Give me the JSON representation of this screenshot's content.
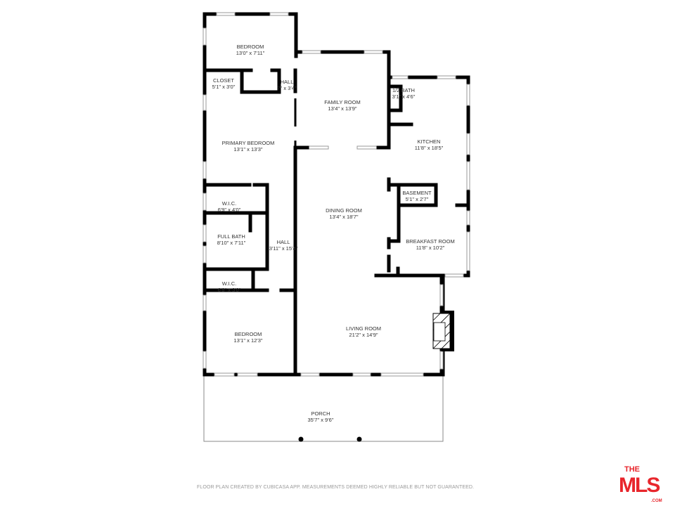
{
  "rooms": [
    {
      "name": "BEDROOM",
      "size": "13'0\" x 7'11\""
    },
    {
      "name": "CLOSET",
      "size": "5'1\" x 3'0\""
    },
    {
      "name": "HALL",
      "size": "7\" x 3'4\""
    },
    {
      "name": "FAMILY ROOM",
      "size": "13'4\" x 13'9\""
    },
    {
      "name": "1/2 BATH",
      "size": "3'1\" x 4'6\""
    },
    {
      "name": "PRIMARY BEDROOM",
      "size": "13'1\" x 13'3\""
    },
    {
      "name": "KITCHEN",
      "size": "11'8\" x 18'5\""
    },
    {
      "name": "W.I.C.",
      "size": "6'9\" x 4'0\""
    },
    {
      "name": "BASEMENT",
      "size": "5'1\" x 2'7\""
    },
    {
      "name": "DINING ROOM",
      "size": "13'4\" x 18'7\""
    },
    {
      "name": "FULL BATH",
      "size": "8'10\" x 7'11\""
    },
    {
      "name": "HALL",
      "size": "3'11\" x 15'4\""
    },
    {
      "name": "BREAKFAST ROOM",
      "size": "11'8\" x 10'2\""
    },
    {
      "name": "W.I.C.",
      "size": "6'8\" x 3'0\""
    },
    {
      "name": "BEDROOM",
      "size": "13'1\" x 12'3\""
    },
    {
      "name": "LIVING ROOM",
      "size": "21'2\" x 14'9\""
    },
    {
      "name": "PORCH",
      "size": "35'7\" x 9'6\""
    }
  ],
  "footer": "FLOOR PLAN CREATED BY CUBICASA APP. MEASUREMENTS DEEMED HIGHLY RELIABLE BUT NOT GUARANTEED.",
  "logo": {
    "text_top": "THE",
    "text_main": "MLS",
    "text_sub": ".COM",
    "color": "#e8262c"
  }
}
